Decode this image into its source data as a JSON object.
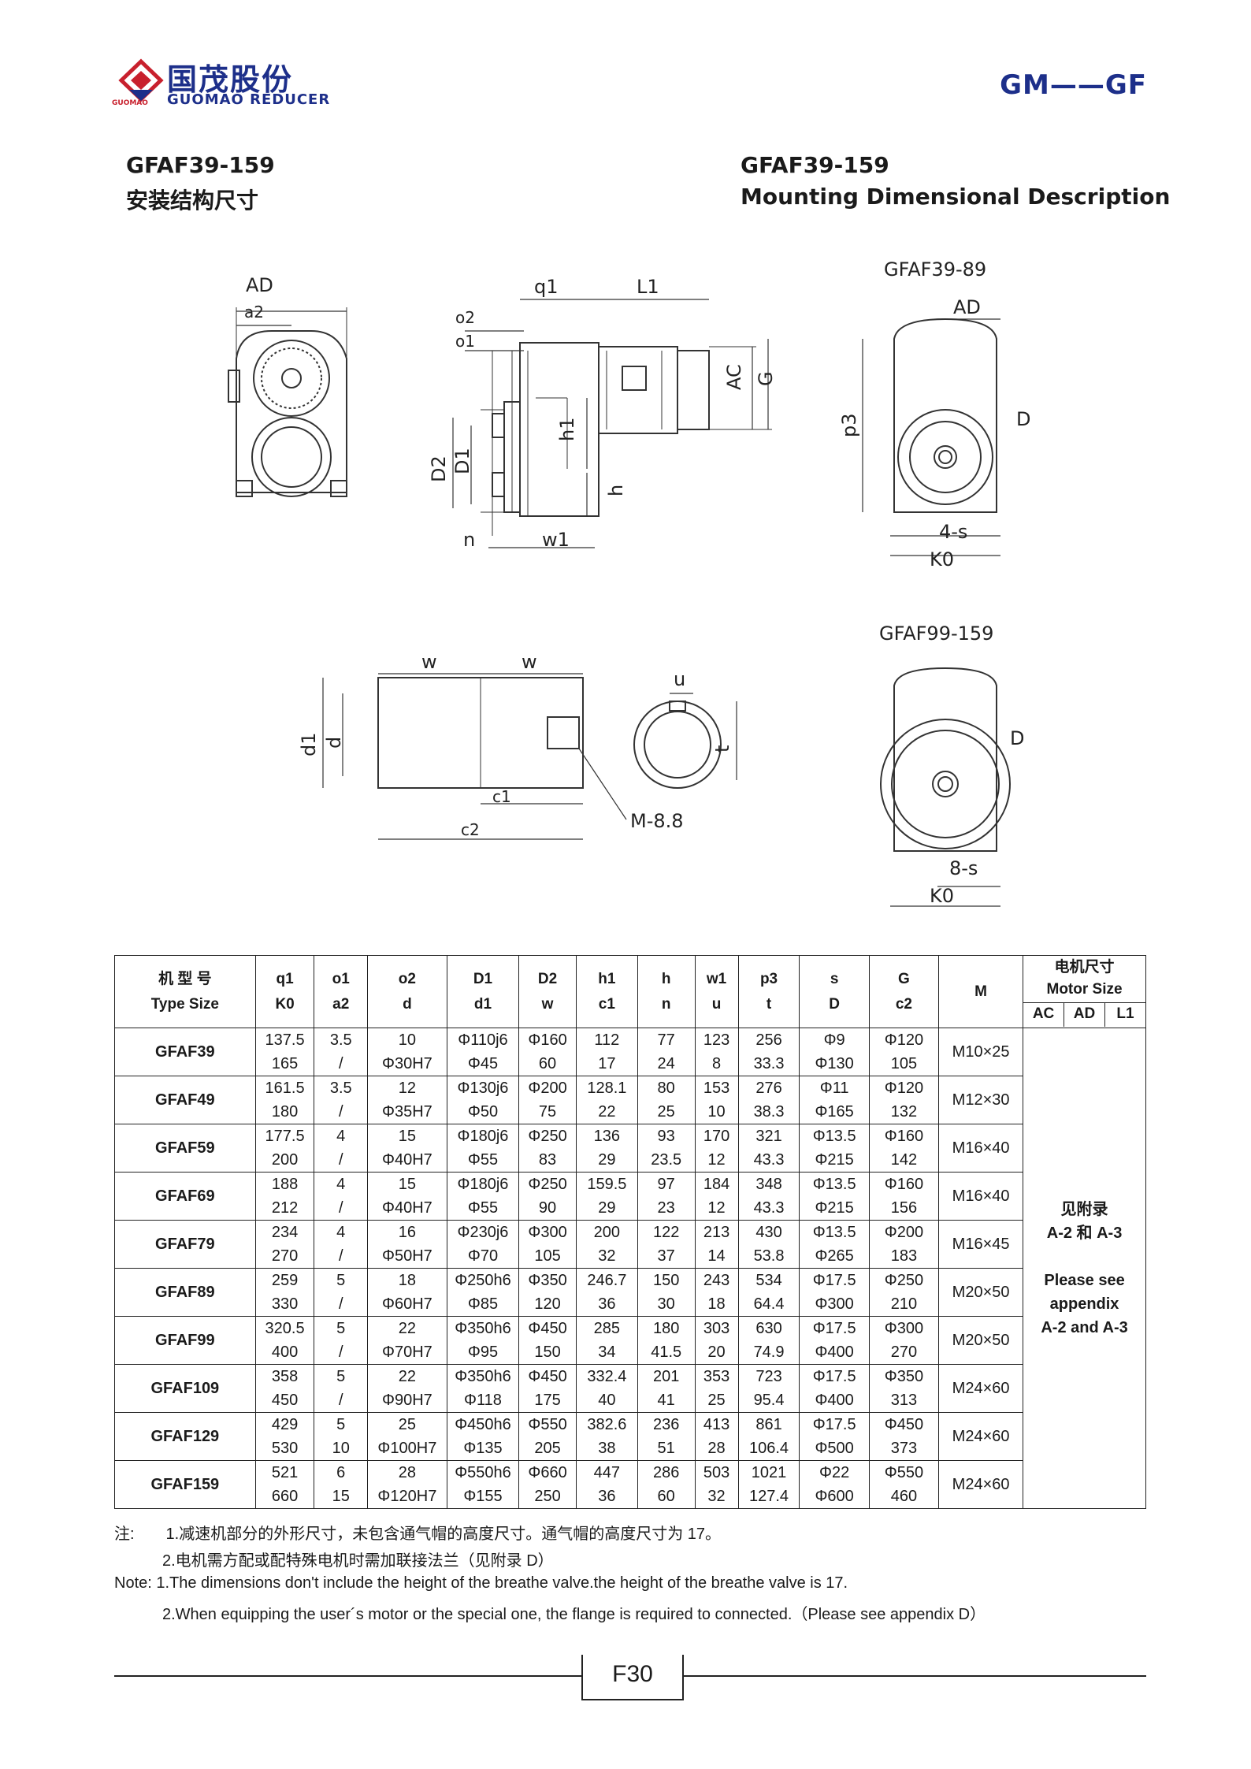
{
  "header": {
    "logo_cn": "国茂股份",
    "logo_en": "GUOMAO REDUCER",
    "logo_tiny": "GUOMAO",
    "series": "GM——GF"
  },
  "titles": {
    "left_model": "GFAF39-159",
    "left_desc": "安装结构尺寸",
    "right_model": "GFAF39-159",
    "right_desc": "Mounting Dimensional Description"
  },
  "drawing": {
    "label_ad": "AD",
    "label_a2": "a2",
    "label_q1": "q1",
    "label_l1": "L1",
    "label_o2": "o2",
    "label_o1": "o1",
    "label_ac": "AC",
    "label_g": "G",
    "label_d2": "D2",
    "label_d1": "D1",
    "label_h1": "h1",
    "label_h": "h",
    "label_n": "n",
    "label_w1": "w1",
    "small_view_title": "GFAF39-89",
    "large_view_title": "GFAF99-159",
    "label_p3": "p3",
    "label_d": "D",
    "label_4s": "4-s",
    "label_8s": "8-s",
    "label_k0": "K0",
    "label_w": "w",
    "label_d1_shaft": "d1",
    "label_d_shaft": "d",
    "label_c1": "c1",
    "label_c2": "c2",
    "label_u": "u",
    "label_t": "t",
    "label_m88": "M-8.8"
  },
  "table": {
    "headers": [
      [
        "机 型 号",
        "Type Size"
      ],
      [
        "q1",
        "K0"
      ],
      [
        "o1",
        "a2"
      ],
      [
        "o2",
        "d"
      ],
      [
        "D1",
        "d1"
      ],
      [
        "D2",
        "w"
      ],
      [
        "h1",
        "c1"
      ],
      [
        "h",
        "n"
      ],
      [
        "w1",
        "u"
      ],
      [
        "p3",
        "t"
      ],
      [
        "s",
        "D"
      ],
      [
        "G",
        "c2"
      ],
      [
        "M",
        ""
      ]
    ],
    "motor_header_cn": "电机尺寸",
    "motor_header_en": "Motor Size",
    "motor_sub": [
      "AC",
      "AD",
      "L1"
    ],
    "appendix_lines": [
      "见附录",
      "A-2 和 A-3",
      "",
      "Please see",
      "appendix",
      "A-2 and A-3"
    ],
    "rows": [
      {
        "type": "GFAF39",
        "cells": [
          [
            "137.5",
            "165"
          ],
          [
            "3.5",
            "/"
          ],
          [
            "10",
            "Φ30H7"
          ],
          [
            "Φ110j6",
            "Φ45"
          ],
          [
            "Φ160",
            "60"
          ],
          [
            "112",
            "17"
          ],
          [
            "77",
            "24"
          ],
          [
            "123",
            "8"
          ],
          [
            "256",
            "33.3"
          ],
          [
            "Φ9",
            "Φ130"
          ],
          [
            "Φ120",
            "105"
          ],
          [
            "M10×25",
            ""
          ]
        ]
      },
      {
        "type": "GFAF49",
        "cells": [
          [
            "161.5",
            "180"
          ],
          [
            "3.5",
            "/"
          ],
          [
            "12",
            "Φ35H7"
          ],
          [
            "Φ130j6",
            "Φ50"
          ],
          [
            "Φ200",
            "75"
          ],
          [
            "128.1",
            "22"
          ],
          [
            "80",
            "25"
          ],
          [
            "153",
            "10"
          ],
          [
            "276",
            "38.3"
          ],
          [
            "Φ11",
            "Φ165"
          ],
          [
            "Φ120",
            "132"
          ],
          [
            "M12×30",
            ""
          ]
        ]
      },
      {
        "type": "GFAF59",
        "cells": [
          [
            "177.5",
            "200"
          ],
          [
            "4",
            "/"
          ],
          [
            "15",
            "Φ40H7"
          ],
          [
            "Φ180j6",
            "Φ55"
          ],
          [
            "Φ250",
            "83"
          ],
          [
            "136",
            "29"
          ],
          [
            "93",
            "23.5"
          ],
          [
            "170",
            "12"
          ],
          [
            "321",
            "43.3"
          ],
          [
            "Φ13.5",
            "Φ215"
          ],
          [
            "Φ160",
            "142"
          ],
          [
            "M16×40",
            ""
          ]
        ]
      },
      {
        "type": "GFAF69",
        "cells": [
          [
            "188",
            "212"
          ],
          [
            "4",
            "/"
          ],
          [
            "15",
            "Φ40H7"
          ],
          [
            "Φ180j6",
            "Φ55"
          ],
          [
            "Φ250",
            "90"
          ],
          [
            "159.5",
            "29"
          ],
          [
            "97",
            "23"
          ],
          [
            "184",
            "12"
          ],
          [
            "348",
            "43.3"
          ],
          [
            "Φ13.5",
            "Φ215"
          ],
          [
            "Φ160",
            "156"
          ],
          [
            "M16×40",
            ""
          ]
        ]
      },
      {
        "type": "GFAF79",
        "cells": [
          [
            "234",
            "270"
          ],
          [
            "4",
            "/"
          ],
          [
            "16",
            "Φ50H7"
          ],
          [
            "Φ230j6",
            "Φ70"
          ],
          [
            "Φ300",
            "105"
          ],
          [
            "200",
            "32"
          ],
          [
            "122",
            "37"
          ],
          [
            "213",
            "14"
          ],
          [
            "430",
            "53.8"
          ],
          [
            "Φ13.5",
            "Φ265"
          ],
          [
            "Φ200",
            "183"
          ],
          [
            "M16×45",
            ""
          ]
        ]
      },
      {
        "type": "GFAF89",
        "cells": [
          [
            "259",
            "330"
          ],
          [
            "5",
            "/"
          ],
          [
            "18",
            "Φ60H7"
          ],
          [
            "Φ250h6",
            "Φ85"
          ],
          [
            "Φ350",
            "120"
          ],
          [
            "246.7",
            "36"
          ],
          [
            "150",
            "30"
          ],
          [
            "243",
            "18"
          ],
          [
            "534",
            "64.4"
          ],
          [
            "Φ17.5",
            "Φ300"
          ],
          [
            "Φ250",
            "210"
          ],
          [
            "M20×50",
            ""
          ]
        ]
      },
      {
        "type": "GFAF99",
        "cells": [
          [
            "320.5",
            "400"
          ],
          [
            "5",
            "/"
          ],
          [
            "22",
            "Φ70H7"
          ],
          [
            "Φ350h6",
            "Φ95"
          ],
          [
            "Φ450",
            "150"
          ],
          [
            "285",
            "34"
          ],
          [
            "180",
            "41.5"
          ],
          [
            "303",
            "20"
          ],
          [
            "630",
            "74.9"
          ],
          [
            "Φ17.5",
            "Φ400"
          ],
          [
            "Φ300",
            "270"
          ],
          [
            "M20×50",
            ""
          ]
        ]
      },
      {
        "type": "GFAF109",
        "cells": [
          [
            "358",
            "450"
          ],
          [
            "5",
            "/"
          ],
          [
            "22",
            "Φ90H7"
          ],
          [
            "Φ350h6",
            "Φ118"
          ],
          [
            "Φ450",
            "175"
          ],
          [
            "332.4",
            "40"
          ],
          [
            "201",
            "41"
          ],
          [
            "353",
            "25"
          ],
          [
            "723",
            "95.4"
          ],
          [
            "Φ17.5",
            "Φ400"
          ],
          [
            "Φ350",
            "313"
          ],
          [
            "M24×60",
            ""
          ]
        ]
      },
      {
        "type": "GFAF129",
        "cells": [
          [
            "429",
            "530"
          ],
          [
            "5",
            "10"
          ],
          [
            "25",
            "Φ100H7"
          ],
          [
            "Φ450h6",
            "Φ135"
          ],
          [
            "Φ550",
            "205"
          ],
          [
            "382.6",
            "38"
          ],
          [
            "236",
            "51"
          ],
          [
            "413",
            "28"
          ],
          [
            "861",
            "106.4"
          ],
          [
            "Φ17.5",
            "Φ500"
          ],
          [
            "Φ450",
            "373"
          ],
          [
            "M24×60",
            ""
          ]
        ]
      },
      {
        "type": "GFAF159",
        "cells": [
          [
            "521",
            "660"
          ],
          [
            "6",
            "15"
          ],
          [
            "28",
            "Φ120H7"
          ],
          [
            "Φ550h6",
            "Φ155"
          ],
          [
            "Φ660",
            "250"
          ],
          [
            "447",
            "36"
          ],
          [
            "286",
            "60"
          ],
          [
            "503",
            "32"
          ],
          [
            "1021",
            "127.4"
          ],
          [
            "Φ22",
            "Φ600"
          ],
          [
            "Φ550",
            "460"
          ],
          [
            "M24×60",
            ""
          ]
        ]
      }
    ]
  },
  "notes": {
    "cn_1": "注:　　1.减速机部分的外形尺寸，未包含通气帽的高度尺寸。通气帽的高度尺寸为 17。",
    "cn_2": "2.电机需方配或配特殊电机时需加联接法兰（见附录 D）",
    "en_1": "Note: 1.The dimensions don't include the height of the breathe valve.the height of the breathe valve is 17.",
    "en_2": "2.When equipping the user´s motor or the special one, the flange is required to connected.（Please see appendix D）"
  },
  "footer": {
    "page": "F30"
  },
  "colors": {
    "brand_blue": "#1d2f8a",
    "brand_red": "#c8202d"
  }
}
